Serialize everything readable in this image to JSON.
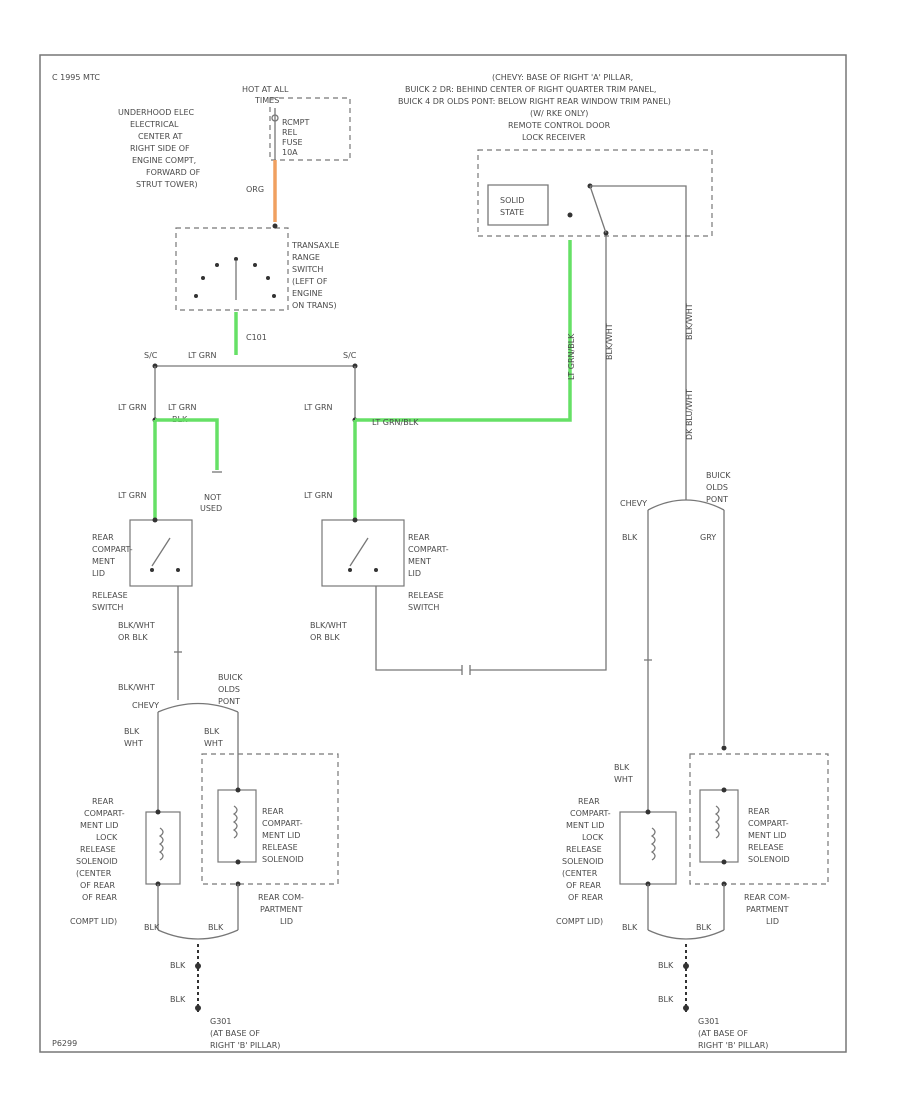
{
  "header": {
    "copyright": "C 1995 MTC",
    "code": "P6299",
    "hot_at_all": "HOT AT ALL",
    "times": "TIMES",
    "fuse": [
      "RCMPT",
      "REL",
      "FUSE",
      "10A"
    ]
  },
  "notes": {
    "underhood": [
      "UNDERHOOD ELEC",
      "ELECTRICAL",
      "CENTER AT",
      "RIGHT SIDE OF",
      "ENGINE COMPT,",
      "FORWARD OF",
      "STRUT TOWER)"
    ],
    "chevy_location": [
      "(CHEVY: BASE OF RIGHT 'A' PILLAR,",
      "BUICK 2 DR: BEHIND CENTER OF RIGHT QUARTER TRIM PANEL,",
      "BUICK 4 DR OLDS PONT: BELOW RIGHT REAR WINDOW TRIM PANEL)",
      "(W/ RKE ONLY)",
      "REMOTE CONTROL DOOR",
      "LOCK RECEIVER"
    ]
  },
  "wires": {
    "org": "ORG",
    "c101": "C101",
    "ltgrn_top": "LT GRN",
    "sp_left": "S/C",
    "sp_right": "S/C",
    "ltgrn_l1": "LT GRN",
    "ltgrn_l2": "LT GRN",
    "blk_left": "BLK",
    "ltgrn_r1": "LT GRN",
    "ltgrn_blk": "LT GRN/BLK",
    "ltgrn_l3": "LT GRN",
    "ltgrn_r3": "LT GRN",
    "not_used": [
      "NOT",
      "USED"
    ],
    "solid_state": [
      "SOLID",
      "STATE"
    ],
    "v_green": "LT GRN/BLK",
    "v_mid": "BLK/WHT",
    "v_right": "BLK/WHT",
    "v_right2": "DK BLU/WHT",
    "buick_olds_pont_r": [
      "BUICK",
      "OLDS",
      "PONT"
    ],
    "chevy_r": "CHEVY",
    "blk_r1": "BLK",
    "gry_r1": "GRY",
    "blkwht_l": [
      "BLK/WHT",
      "OR BLK"
    ],
    "blkwht_r": [
      "BLK/WHT",
      "OR BLK"
    ],
    "blkwht_l2": "BLK/WHT",
    "buick_olds_pont_l": [
      "BUICK",
      "OLDS",
      "PONT"
    ],
    "chevy_l": "CHEVY",
    "blk_wht_a": [
      "BLK",
      "WHT"
    ],
    "blk_wht_b": [
      "BLK",
      "WHT"
    ],
    "blk_wht_c": [
      "BLK",
      "WHT"
    ],
    "blk_l1": "BLK",
    "blk_l2": "BLK",
    "blk_r_bottom1": "BLK",
    "blk_r_bottom2": "BLK",
    "blk_g1": "BLK",
    "blk_g2": "BLK",
    "blk_g3": "BLK",
    "blk_g4": "BLK"
  },
  "components": {
    "transaxle": [
      "TRANSAXLE",
      "RANGE",
      "SWITCH",
      "(LEFT OF",
      "ENGINE",
      "ON TRANS)"
    ],
    "switch_left": [
      "REAR",
      "COMPART-",
      "MENT",
      "LID",
      "RELEASE",
      "SWITCH"
    ],
    "switch_right": [
      "REAR",
      "COMPART-",
      "MENT",
      "LID",
      "RELEASE",
      "SWITCH"
    ],
    "solenoid_center_l": [
      "REAR",
      "COMPART-",
      "MENT LID",
      "LOCK",
      "RELEASE",
      "SOLENOID",
      "(CENTER",
      "OF REAR",
      "OF REAR",
      "COMPT LID)"
    ],
    "solenoid_l": [
      "REAR",
      "COMPART-",
      "MENT LID",
      "RELEASE",
      "SOLENOID"
    ],
    "solenoid_center_r": [
      "REAR",
      "COMPART-",
      "MENT LID",
      "LOCK",
      "RELEASE",
      "SOLENOID",
      "(CENTER",
      "OF REAR",
      "OF REAR",
      "COMPT LID)"
    ],
    "solenoid_r": [
      "REAR",
      "COMPART-",
      "MENT LID",
      "RELEASE",
      "SOLENOID"
    ],
    "rear_compartment_l": [
      "REAR COM-",
      "PARTMENT",
      "LID"
    ],
    "rear_compartment_r": [
      "REAR COM-",
      "PARTMENT",
      "LID"
    ],
    "ground_l": [
      "G301",
      "(AT BASE OF",
      "RIGHT 'B' PILLAR)"
    ],
    "ground_r": [
      "G301",
      "(AT BASE OF",
      "RIGHT 'B' PILLAR)"
    ]
  },
  "colors": {
    "green_wire": "#66e066",
    "orange_wire": "#f0a060",
    "line": "#777777"
  }
}
